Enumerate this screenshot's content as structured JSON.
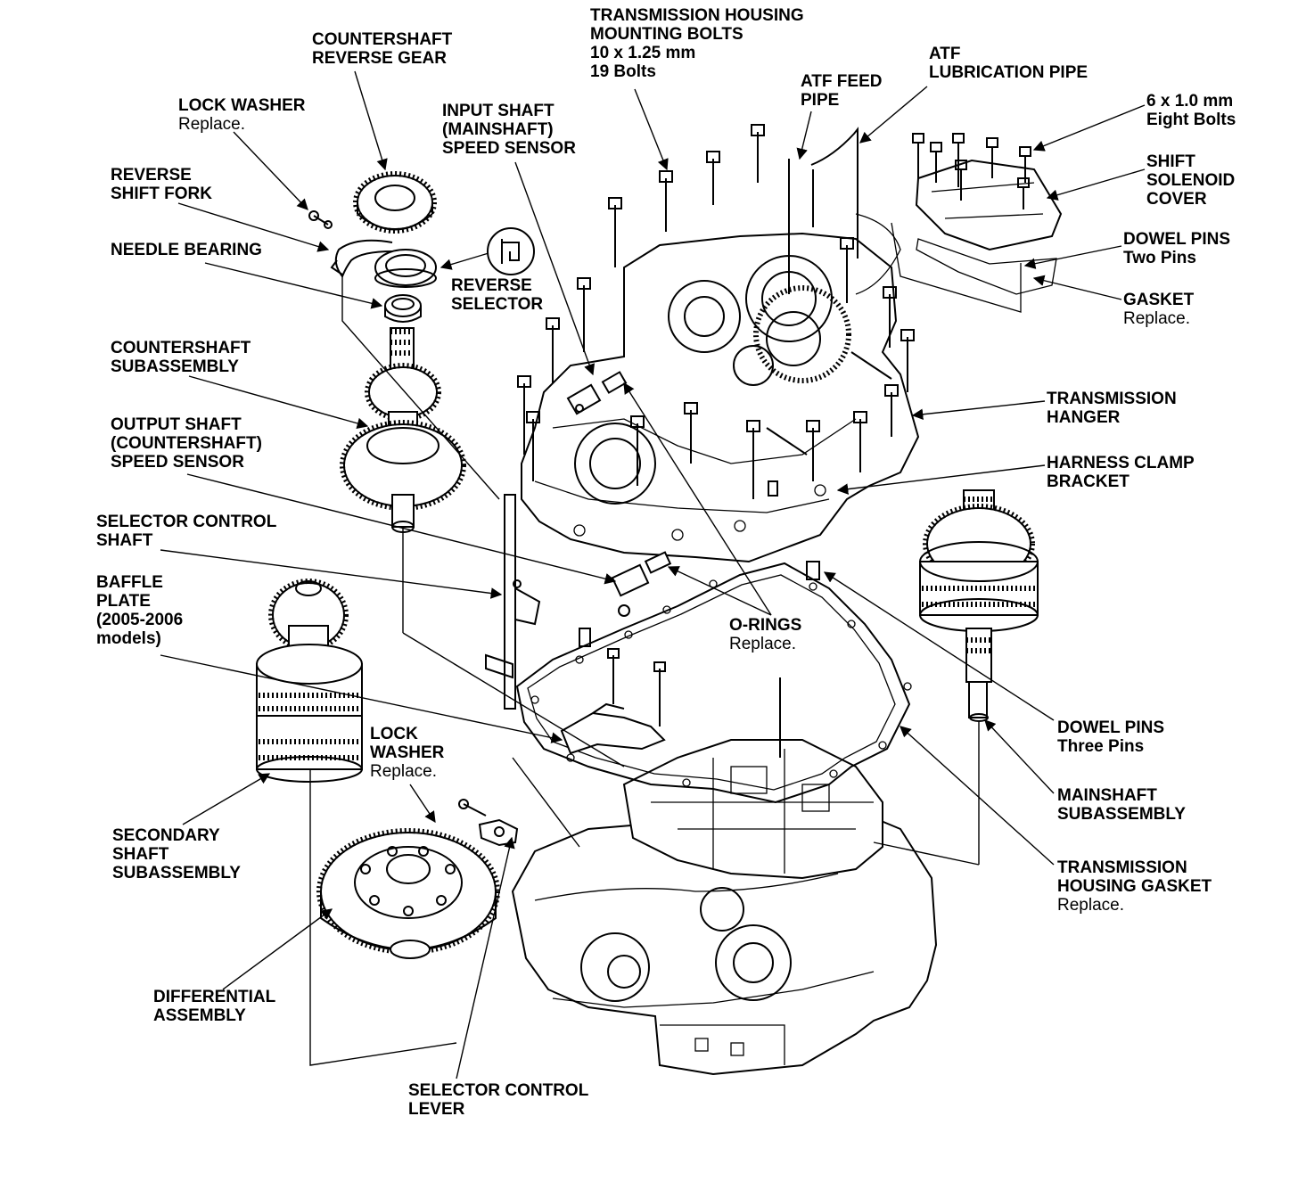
{
  "labels": {
    "countershaft_reverse_gear": [
      "COUNTERSHAFT",
      "REVERSE GEAR"
    ],
    "lock_washer_top": {
      "name": "LOCK WASHER",
      "note": "Replace."
    },
    "reverse_shift_fork": [
      "REVERSE",
      "SHIFT FORK"
    ],
    "needle_bearing": "NEEDLE BEARING",
    "countershaft_subassembly": [
      "COUNTERSHAFT",
      "SUBASSEMBLY"
    ],
    "output_shaft_sensor": [
      "OUTPUT SHAFT",
      "(COUNTERSHAFT)",
      "SPEED SENSOR"
    ],
    "selector_control_shaft": [
      "SELECTOR CONTROL",
      "SHAFT"
    ],
    "baffle_plate": [
      "BAFFLE",
      "PLATE",
      "(2005-2006",
      "models)"
    ],
    "secondary_shaft_subassembly": [
      "SECONDARY",
      "SHAFT",
      "SUBASSEMBLY"
    ],
    "differential_assembly": [
      "DIFFERENTIAL",
      "ASSEMBLY"
    ],
    "selector_control_lever": [
      "SELECTOR CONTROL",
      "LEVER"
    ],
    "lock_washer_bottom": {
      "lines": [
        "LOCK",
        "WASHER"
      ],
      "note": "Replace."
    },
    "input_shaft_sensor": [
      "INPUT SHAFT",
      "(MAINSHAFT)",
      "SPEED SENSOR"
    ],
    "reverse_selector": [
      "REVERSE",
      "SELECTOR"
    ],
    "housing_bolts": [
      "TRANSMISSION HOUSING",
      "MOUNTING BOLTS",
      "10 x 1.25 mm",
      "19 Bolts"
    ],
    "atf_feed_pipe": [
      "ATF FEED",
      "PIPE"
    ],
    "atf_lubrication_pipe": [
      "ATF",
      "LUBRICATION PIPE"
    ],
    "solenoid_bolts": [
      "6 x 1.0 mm",
      "Eight Bolts"
    ],
    "shift_solenoid_cover": [
      "SHIFT",
      "SOLENOID",
      "COVER"
    ],
    "dowel_pins_two": [
      "DOWEL PINS",
      "Two Pins"
    ],
    "gasket": {
      "name": "GASKET",
      "note": "Replace."
    },
    "transmission_hanger": [
      "TRANSMISSION",
      "HANGER"
    ],
    "harness_clamp_bracket": [
      "HARNESS CLAMP",
      "BRACKET"
    ],
    "o_rings": {
      "name": "O-RINGS",
      "note": "Replace."
    },
    "dowel_pins_three": [
      "DOWEL PINS",
      "Three Pins"
    ],
    "mainshaft_subassembly": [
      "MAINSHAFT",
      "SUBASSEMBLY"
    ],
    "housing_gasket": {
      "lines": [
        "TRANSMISSION",
        "HOUSING GASKET"
      ],
      "note": "Replace."
    }
  }
}
